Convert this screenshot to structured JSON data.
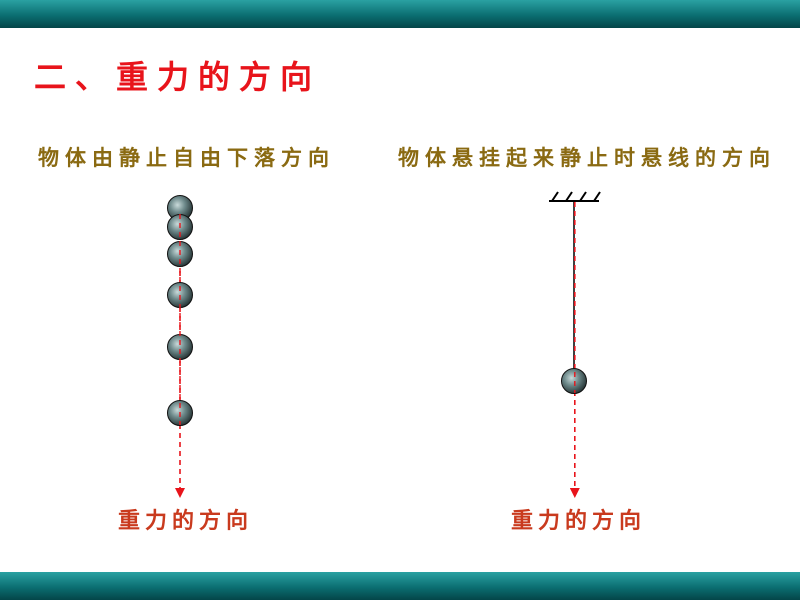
{
  "slide": {
    "title": "二、重力的方向",
    "left_caption": "物体由静止自由下落方向",
    "right_caption": "物体悬挂起来静止时悬线的方向",
    "left_arrow_label": "重力的方向",
    "right_arrow_label": "重力的方向"
  },
  "colors": {
    "bar": "#0b6e71",
    "title": "#e8141b",
    "caption": "#8a6a12",
    "label": "#c93a1e",
    "arrow": "#e8141b"
  }
}
